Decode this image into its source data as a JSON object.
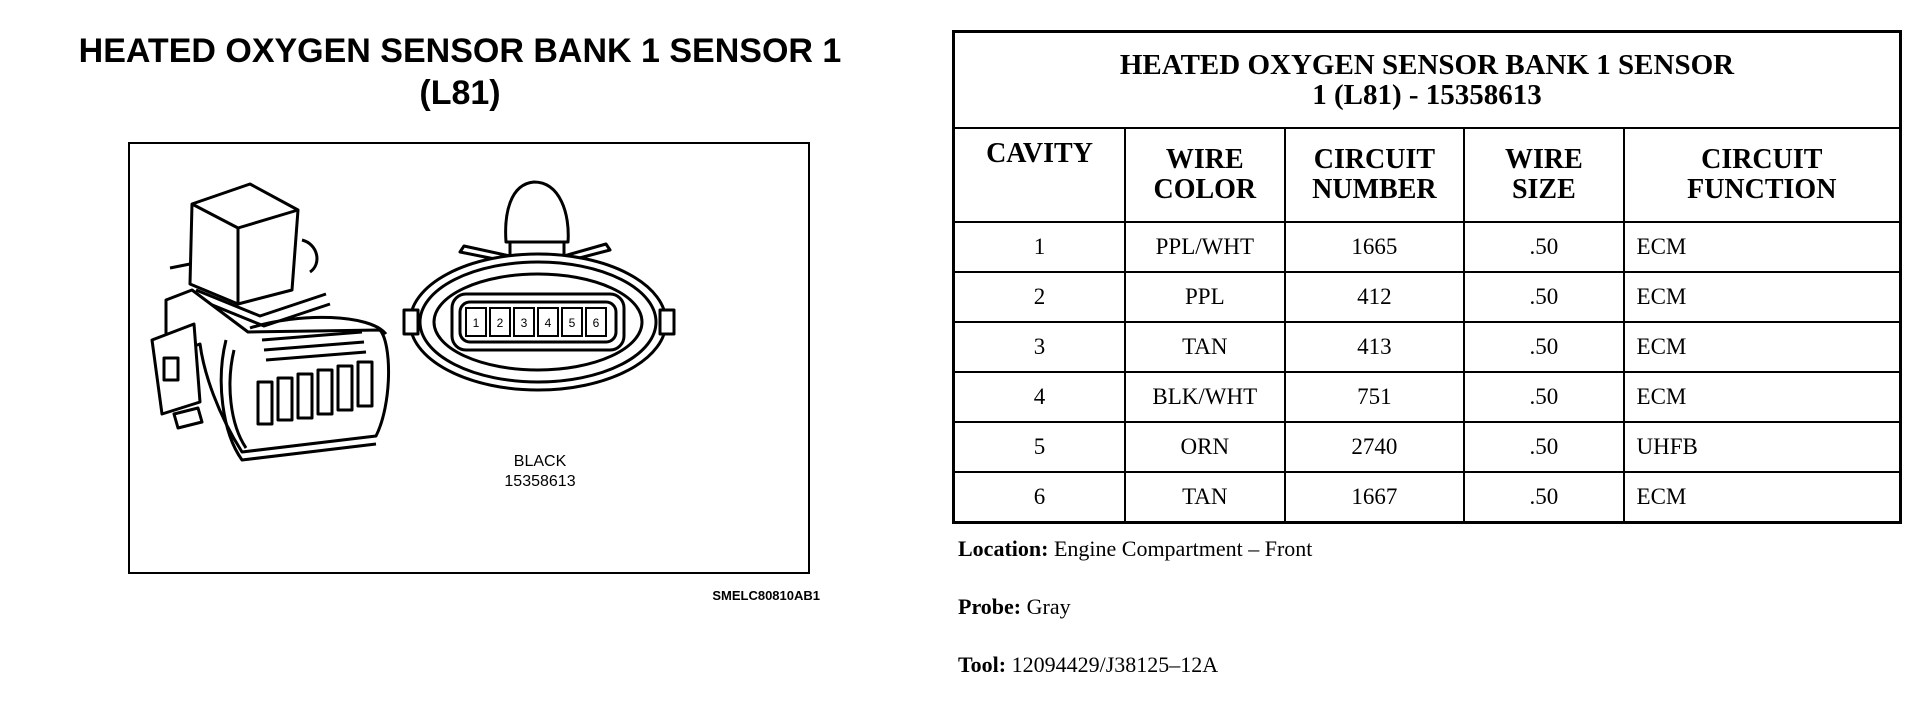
{
  "left": {
    "title_line1": "HEATED OXYGEN SENSOR BANK 1 SENSOR 1",
    "title_line2": "(L81)",
    "connector_color": "BLACK",
    "connector_part": "15358613",
    "pins": [
      "1",
      "2",
      "3",
      "4",
      "5",
      "6"
    ],
    "figure_code": "SMELC80810AB1"
  },
  "table": {
    "caption_line1": "HEATED OXYGEN SENSOR BANK 1 SENSOR",
    "caption_line2": "1 (L81) - 15358613",
    "headers": [
      {
        "line1": "CAVITY",
        "line2": ""
      },
      {
        "line1": "WIRE",
        "line2": "COLOR"
      },
      {
        "line1": "CIRCUIT",
        "line2": "NUMBER"
      },
      {
        "line1": "WIRE",
        "line2": "SIZE"
      },
      {
        "line1": "CIRCUIT",
        "line2": "FUNCTION"
      }
    ],
    "rows": [
      [
        "1",
        "PPL/WHT",
        "1665",
        ".50",
        "ECM"
      ],
      [
        "2",
        "PPL",
        "412",
        ".50",
        "ECM"
      ],
      [
        "3",
        "TAN",
        "413",
        ".50",
        "ECM"
      ],
      [
        "4",
        "BLK/WHT",
        "751",
        ".50",
        "ECM"
      ],
      [
        "5",
        "ORN",
        "2740",
        ".50",
        "UHFB"
      ],
      [
        "6",
        "TAN",
        "1667",
        ".50",
        "ECM"
      ]
    ]
  },
  "info": {
    "location_label": "Location:",
    "location_value": "Engine Compartment – Front",
    "probe_label": "Probe:",
    "probe_value": "Gray",
    "tool_label": "Tool:",
    "tool_value": "12094429/J38125–12A"
  }
}
